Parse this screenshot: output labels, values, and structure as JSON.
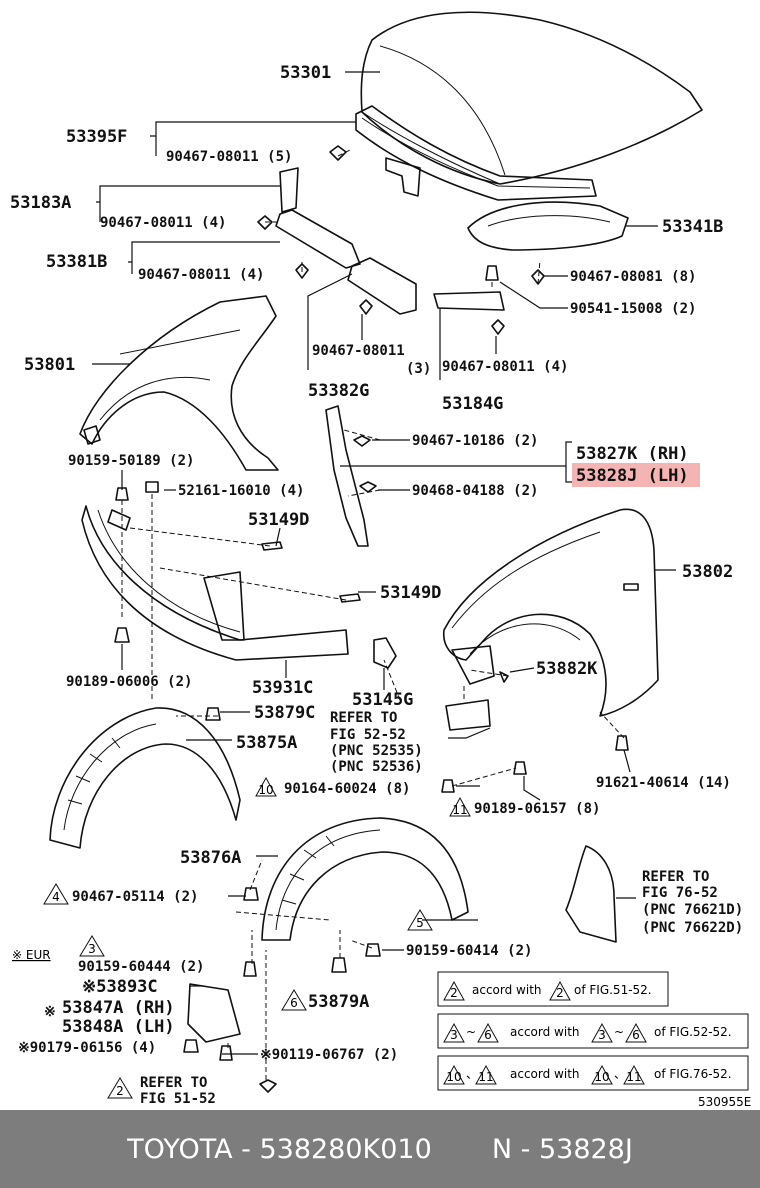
{
  "labels": {
    "p53301": "53301",
    "p53395F": "53395F",
    "p90467_08011_5": "90467-08011 (5)",
    "p53183A": "53183A",
    "p90467_08011_4a": "90467-08011 (4)",
    "p53381B": "53381B",
    "p90467_08011_4b": "90467-08011 (4)",
    "p53341B": "53341B",
    "p90467_08081_8": "90467-08081 (8)",
    "p90541_15008_2": "90541-15008 (2)",
    "p53801": "53801",
    "p90467_08011_c": "90467-08011",
    "p3": "(3)",
    "p53382G": "53382G",
    "p90467_08011_4c": "90467-08011 (4)",
    "p53184G": "53184G",
    "p90467_10186_2": "90467-10186 (2)",
    "p53827K": "53827K (RH)",
    "p53828J": "53828J (LH)",
    "p90468_04188_2": "90468-04188 (2)",
    "p90159_50189_2": "90159-50189 (2)",
    "p52161_16010_4": "52161-16010 (4)",
    "p53149D_a": "53149D",
    "p53802": "53802",
    "p53149D_b": "53149D",
    "p53882K": "53882K",
    "p90189_06006_2": "90189-06006 (2)",
    "p53931C": "53931C",
    "p53145G": "53145G",
    "p53879C": "53879C",
    "refer_fig5252_a": "REFER TO",
    "refer_fig5252_b": "FIG 52-52",
    "refer_fig5252_c": "(PNC 52535)",
    "refer_fig5252_d": "(PNC 52536)",
    "p53875A": "53875A",
    "p90164_60024_8": "90164-60024 (8)",
    "p91621_40614_14": "91621-40614 (14)",
    "p90189_06157_8": "90189-06157 (8)",
    "p53876A": "53876A",
    "refer_fig7652_a": "REFER TO",
    "refer_fig7652_b": "FIG 76-52",
    "refer_fig7652_c": "(PNC 76621D)",
    "refer_fig7652_d": "(PNC 76622D)",
    "p90467_05114_2": "90467-05114 (2)",
    "p90159_60414_2": "90159-60414 (2)",
    "eur": "※ EUR",
    "p90159_60444_2": "90159-60444 (2)",
    "p53893C": "※53893C",
    "p53879A": "53879A",
    "p53847A": "53847A (RH)",
    "p53848A": "53848A (LH)",
    "p90179_06156_4": "※90179-06156 (4)",
    "p90119_06767_2": "※90119-06767 (2)",
    "refer_fig5152_a": "REFER TO",
    "refer_fig5152_b": "FIG 51-52",
    "note_accord_a": "accord with",
    "note_of_a": "of FIG.51-52.",
    "note_accord_b": "accord with",
    "note_of_b": "of FIG.52-52.",
    "note_accord_c": "accord with",
    "note_of_c": "of FIG.76-52.",
    "drawing_no": "530955E"
  },
  "markers": {
    "m2": "2",
    "m3": "3",
    "m4": "4",
    "m5": "5",
    "m6": "6",
    "m10": "10",
    "m11": "11",
    "n2a": "2",
    "n2b": "2",
    "n3a": "3",
    "n6a": "6",
    "n3b": "3",
    "n6b": "6",
    "n10a": "10",
    "n11a": "11",
    "n10b": "10",
    "n11b": "11",
    "tilde_a": "~",
    "tilde_b": "~",
    "comma_a": "、",
    "comma_b": "、",
    "star": "※"
  },
  "footer": {
    "text": "TOYOTA - 538280K010       N - 53828J"
  },
  "colors": {
    "highlight": "#f5b4b4",
    "footer_bg": "#7d7d7d"
  }
}
